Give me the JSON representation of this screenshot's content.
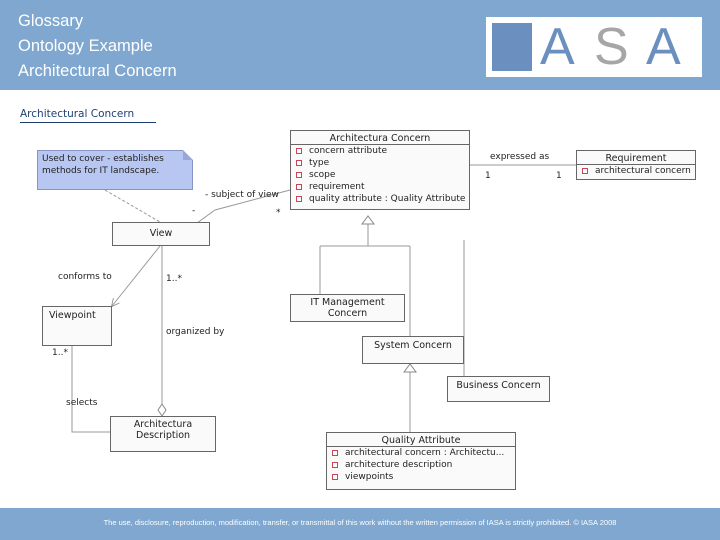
{
  "header": {
    "title_lines": [
      "Glossary",
      "Ontology Example",
      "Architectural Concern"
    ],
    "logo": {
      "letters": [
        "A",
        "S",
        "A"
      ],
      "colors": [
        "#6b8fbf",
        "#a6a6a6",
        "#6b8fbf"
      ]
    }
  },
  "diagram": {
    "title": "Architectural Concern",
    "note": [
      "Used to cover - establishes",
      "methods for IT landscape."
    ],
    "classes": {
      "architectural_concern": {
        "name": "Architectura Concern",
        "attributes": [
          "concern attribute",
          "type",
          "scope",
          "requirement",
          "quality attribute : Quality Attribute"
        ]
      },
      "requirement": {
        "name": "Requirement",
        "attributes": [
          "architectural concern"
        ]
      },
      "view": {
        "name": "View"
      },
      "viewpoint": {
        "name": "Viewpoint"
      },
      "it_management_concern": {
        "name_lines": [
          "IT Management",
          "Concern"
        ]
      },
      "system_concern": {
        "name": "System Concern"
      },
      "business_concern": {
        "name": "Business Concern"
      },
      "architecture_description": {
        "name_lines": [
          "Architectura",
          "Description"
        ]
      },
      "quality_attribute": {
        "name": "Quality Attribute",
        "attributes": [
          "architectural concern : Architectu...",
          "architecture description",
          "viewpoints"
        ]
      }
    },
    "labels": {
      "expressed_as": "expressed as",
      "mult_concern": "1",
      "mult_requirement": "1",
      "subject_of_view": "- subject of view",
      "star_left": "-",
      "star_right": "*",
      "conforms_to": "conforms to",
      "view_mult": "1..*",
      "organized_by": "organized by",
      "viewpoint_mult": "1..*",
      "selects": "selects"
    }
  },
  "footer": {
    "text": "The use, disclosure, reproduction, modification, transfer, or transmittal of this work without the written permission of IASA is strictly prohibited. © IASA 2008"
  }
}
